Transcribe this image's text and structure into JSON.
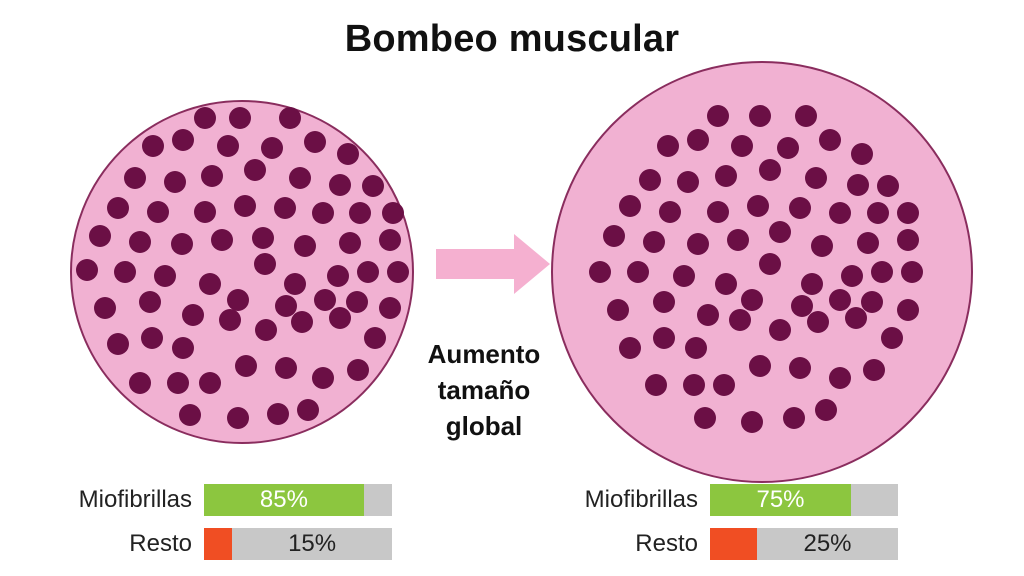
{
  "title": "Bombeo muscular",
  "caption": [
    "Aumento",
    "tamaño",
    "global"
  ],
  "colors": {
    "cell_fill": "#f1b1d2",
    "cell_stroke": "#8a2d5e",
    "dot": "#6b0f45",
    "arrow": "#f5b0d0",
    "miofibrillas_bar": "#8cc63f",
    "resto_bar": "#f04e23",
    "track": "#c8c8c8"
  },
  "panels": [
    {
      "rows": [
        {
          "label": "Miofibrillas",
          "value_text": "85%",
          "fraction": 0.85,
          "color_key": "miofibrillas_bar"
        },
        {
          "label": "Resto",
          "value_text": "15%",
          "fraction": 0.15,
          "color_key": "resto_bar"
        }
      ]
    },
    {
      "rows": [
        {
          "label": "Miofibrillas",
          "value_text": "75%",
          "fraction": 0.75,
          "color_key": "miofibrillas_bar"
        },
        {
          "label": "Resto",
          "value_text": "25%",
          "fraction": 0.25,
          "color_key": "resto_bar"
        }
      ]
    }
  ]
}
